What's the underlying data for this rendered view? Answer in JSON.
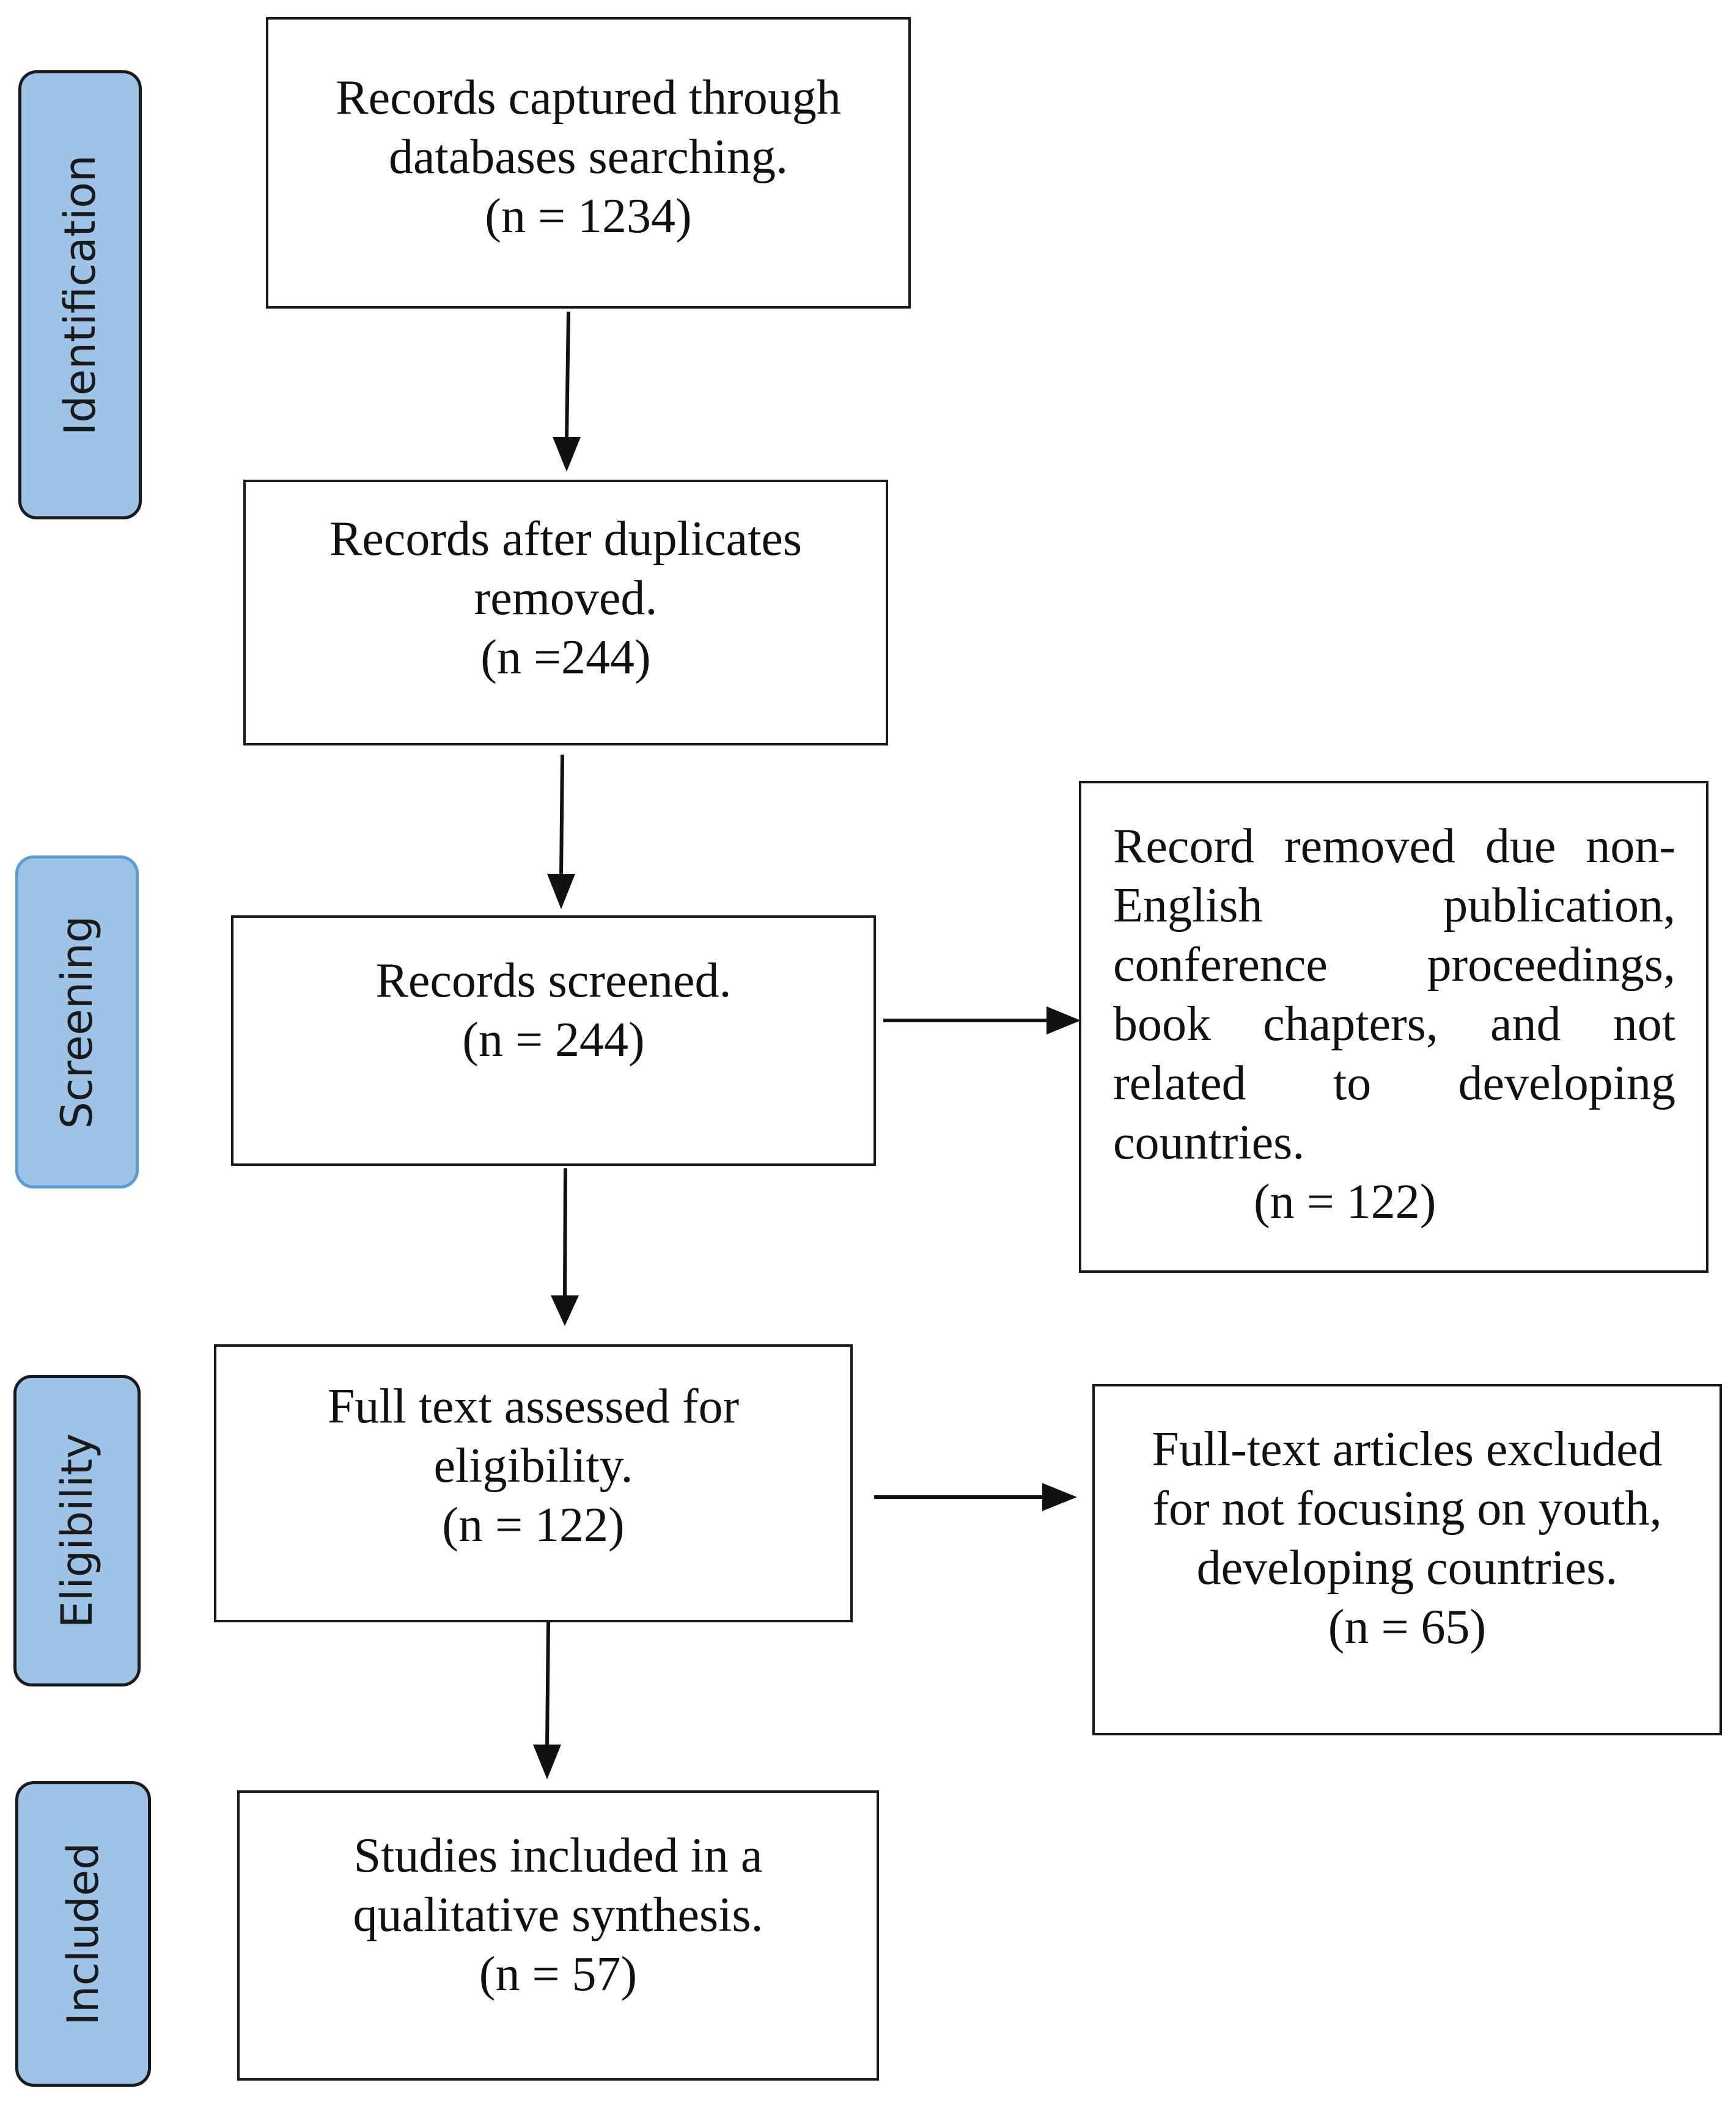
{
  "stages": [
    {
      "id": "identification",
      "label": "Identification"
    },
    {
      "id": "screening",
      "label": "Screening"
    },
    {
      "id": "eligibility",
      "label": "Eligibility"
    },
    {
      "id": "included",
      "label": "Included"
    }
  ],
  "boxes": {
    "records_captured": {
      "lines": [
        "Records captured through",
        "databases searching.",
        "(n = 1234)"
      ]
    },
    "after_duplicates": {
      "lines": [
        "Records after duplicates",
        "removed.",
        "(n =244)"
      ]
    },
    "screened": {
      "lines": [
        "Records screened.",
        "(n = 244)"
      ]
    },
    "removed": {
      "lines": [
        "Record removed due non-",
        "English publication,",
        "conference proceedings,",
        "book chapters, and not",
        "related to developing",
        "countries.",
        "(n = 122)"
      ]
    },
    "full_text": {
      "lines": [
        "Full text assessed for",
        "eligibility.",
        "(n = 122)"
      ]
    },
    "excluded": {
      "lines": [
        "Full-text articles excluded",
        "for not focusing on youth,",
        "developing countries.",
        "(n = 65)"
      ]
    },
    "included": {
      "lines": [
        "Studies included in a",
        "qualitative synthesis.",
        "(n = 57)"
      ]
    }
  }
}
